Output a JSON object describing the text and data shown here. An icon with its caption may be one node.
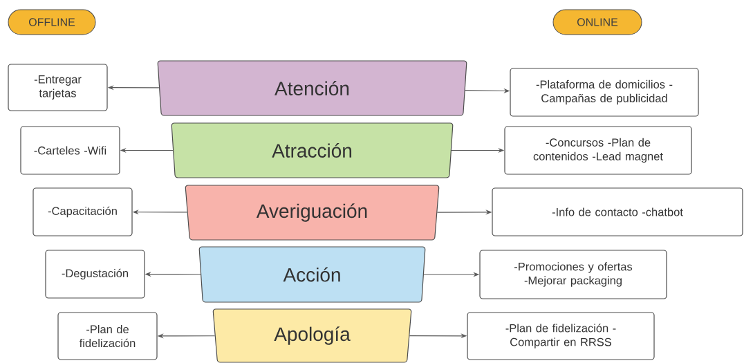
{
  "diagram": {
    "nodes": [
      {
        "text": [
          "OFFLINE"
        ]
      },
      {
        "text": [
          "ONLINE"
        ]
      },
      {
        "text": [
          "-Entregar tarjetas"
        ]
      },
      {
        "text": [
          "Atención"
        ]
      },
      {
        "text": [
          "-Plataforma de domicilios -Campañas de publicidad"
        ]
      },
      {
        "text": [
          "-Carteles -Wifi"
        ]
      },
      {
        "text": [
          "Atracción"
        ]
      },
      {
        "text": [
          "-Concursos -Plan de contenidos -Lead magnet"
        ]
      },
      {
        "text": [
          "-Capacitación"
        ]
      },
      {
        "text": [
          "Averiguación"
        ]
      },
      {
        "text": [
          "-Info de contacto -chatbot"
        ]
      },
      {
        "text": [
          "-Degustación"
        ]
      },
      {
        "text": [
          "Acción"
        ]
      },
      {
        "text": [
          "-Promociones y ofertas -Mejorar packaging"
        ]
      },
      {
        "text": [
          "-Plan de fidelización"
        ]
      },
      {
        "text": [
          "Apología"
        ]
      },
      {
        "text": [
          "-Plan de fidelización -Compartir en RRSS"
        ]
      }
    ],
    "edges": [
      {
        "from": 3,
        "to": 2,
        "arrow": "to"
      },
      {
        "from": 3,
        "to": 4,
        "arrow": "to"
      },
      {
        "from": 6,
        "to": 5,
        "arrow": "to"
      },
      {
        "from": 6,
        "to": 7,
        "arrow": "to"
      },
      {
        "from": 9,
        "to": 8,
        "arrow": "to"
      },
      {
        "from": 9,
        "to": 10,
        "arrow": "to"
      },
      {
        "from": 12,
        "to": 11,
        "arrow": "to"
      },
      {
        "from": 12,
        "to": 13,
        "arrow": "to"
      },
      {
        "from": 15,
        "to": 14,
        "arrow": "to"
      },
      {
        "from": 15,
        "to": 16,
        "arrow": "to"
      }
    ]
  }
}
